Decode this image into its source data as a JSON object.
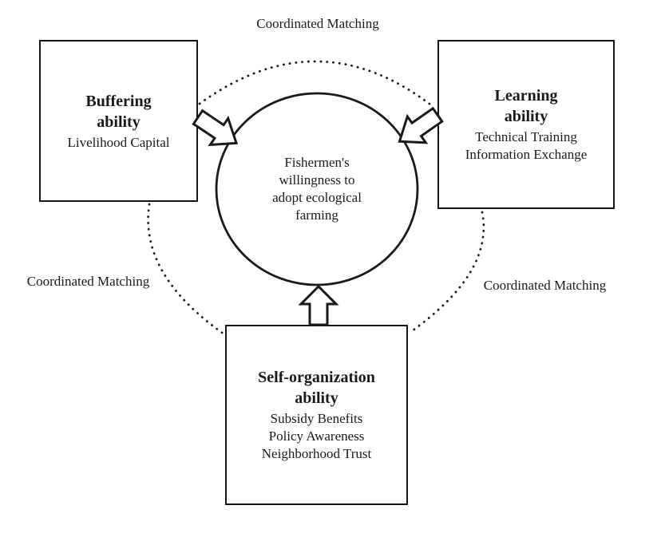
{
  "diagram": {
    "title_hint": "Fishermen ecological-farming adoption resilience diagram",
    "ink_color": "#1a1a1a",
    "background_color": "#ffffff"
  },
  "center_circle": {
    "text": "Fishermen's\nwillingness to\nadopt ecological\nfarming"
  },
  "boxes": {
    "buffering": {
      "title": "Buffering\nability",
      "items": "Livelihood Capital"
    },
    "learning": {
      "title": "Learning\nability",
      "items": "Technical Training\nInformation Exchange"
    },
    "self_organization": {
      "title": "Self-organization\nability",
      "items": "Subsidy Benefits\nPolicy Awareness\nNeighborhood Trust"
    }
  },
  "connector_labels": {
    "top": "Coordinated Matching",
    "left": "Coordinated Matching",
    "right": "Coordinated Matching"
  },
  "icons": {
    "arrow_buffering_to_circle": "block-arrow-down-right-icon",
    "arrow_learning_to_circle": "block-arrow-down-left-icon",
    "arrow_selforg_to_circle": "block-arrow-up-icon"
  }
}
